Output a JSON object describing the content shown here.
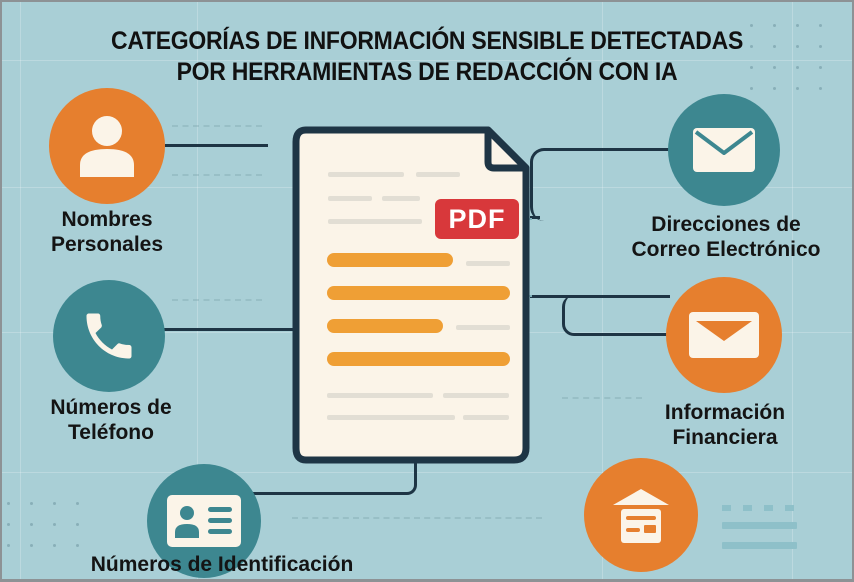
{
  "title": {
    "line1": "CATEGORÍAS DE INFORMACIÓN SENSIBLE DETECTADAS",
    "line2": "POR HERRAMIENTAS DE REDACCIÓN CON IA"
  },
  "document": {
    "badge": "PDF"
  },
  "categories": [
    {
      "id": "names",
      "line1": "Nombres",
      "line2": "Personales",
      "icon": "person-icon",
      "color": "#e67f2e"
    },
    {
      "id": "phones",
      "line1": "Números de",
      "line2": "Teléfono",
      "icon": "phone-icon",
      "color": "#3d8790"
    },
    {
      "id": "ids",
      "line1": "Números de Identificación",
      "line2": "",
      "icon": "id-card-icon",
      "color": "#3d8790"
    },
    {
      "id": "emails",
      "line1": "Direcciones de",
      "line2": "Correo Electrónico",
      "icon": "envelope-icon",
      "color": "#3d8790"
    },
    {
      "id": "finance",
      "line1": "Información",
      "line2": "Financiera",
      "icon": "envelope-open-icon",
      "color": "#e67f2e"
    },
    {
      "id": "bank",
      "line1": "",
      "line2": "",
      "icon": "bank-card-icon",
      "color": "#e67f2e"
    }
  ],
  "colors": {
    "background": "#a9cfd6",
    "orange": "#e67f2e",
    "teal": "#3d8790",
    "highlight": "#ef9f35",
    "pdf_badge": "#d8383b",
    "connector": "#1e3545",
    "paper": "#fbf4e8"
  }
}
